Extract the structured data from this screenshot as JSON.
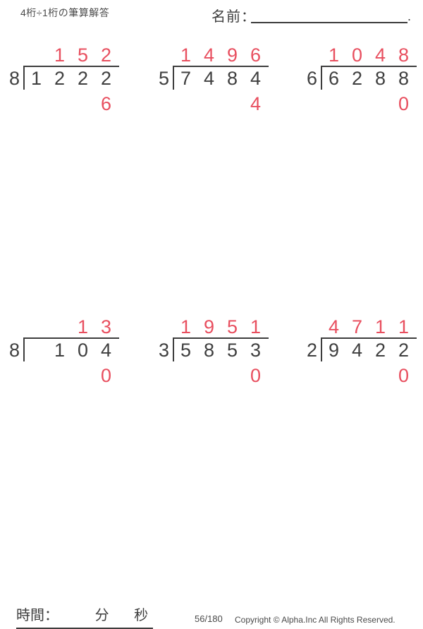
{
  "header": {
    "title": "4桁÷1桁の筆算解答",
    "name_label": "名前：",
    "name_line_period": "."
  },
  "problems": [
    {
      "divisor": "8",
      "quotient": [
        "",
        "1",
        "5",
        "2"
      ],
      "dividend": [
        "1",
        "2",
        "2",
        "2"
      ],
      "remainder": [
        "",
        "",
        "",
        "6"
      ]
    },
    {
      "divisor": "5",
      "quotient": [
        "1",
        "4",
        "9",
        "6"
      ],
      "dividend": [
        "7",
        "4",
        "8",
        "4"
      ],
      "remainder": [
        "",
        "",
        "",
        "4"
      ]
    },
    {
      "divisor": "6",
      "quotient": [
        "1",
        "0",
        "4",
        "8"
      ],
      "dividend": [
        "6",
        "2",
        "8",
        "8"
      ],
      "remainder": [
        "",
        "",
        "",
        "0"
      ]
    },
    {
      "divisor": "8",
      "quotient": [
        "",
        "",
        "1",
        "3"
      ],
      "dividend": [
        "",
        "1",
        "0",
        "4"
      ],
      "remainder": [
        "",
        "",
        "",
        "0"
      ]
    },
    {
      "divisor": "3",
      "quotient": [
        "1",
        "9",
        "5",
        "1"
      ],
      "dividend": [
        "5",
        "8",
        "5",
        "3"
      ],
      "remainder": [
        "",
        "",
        "",
        "0"
      ]
    },
    {
      "divisor": "2",
      "quotient": [
        "4",
        "7",
        "1",
        "1"
      ],
      "dividend": [
        "9",
        "4",
        "2",
        "2"
      ],
      "remainder": [
        "",
        "",
        "",
        "0"
      ]
    }
  ],
  "footer": {
    "time_label": "時間：",
    "minutes_label": "分",
    "seconds_label": "秒",
    "page_number": "56/180",
    "copyright": "Copyright © Alpha.Inc All Rights Reserved."
  },
  "colors": {
    "answer_red": "#e84f5f",
    "ink": "#3f3f3f",
    "line": "#3d3d3d"
  }
}
